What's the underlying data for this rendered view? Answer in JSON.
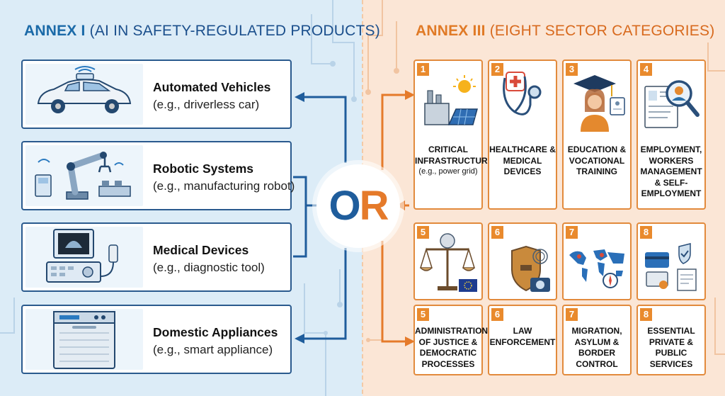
{
  "annex_left": {
    "name": "ANNEX I",
    "desc": "(AI IN SAFETY-REGULATED PRODUCTS)"
  },
  "annex_right": {
    "name": "ANNEX III",
    "desc": "(EIGHT SECTOR CATEGORIES)"
  },
  "connector": {
    "o": "O",
    "r": "R"
  },
  "left_items": [
    {
      "title": "Automated Vehicles",
      "example": "(e.g., driverless car)",
      "icon": "car-icon"
    },
    {
      "title": "Robotic Systems",
      "example": "(e.g., manufacturing robot)",
      "icon": "robot-arm-icon"
    },
    {
      "title": "Medical Devices",
      "example": "(e.g., diagnostic tool)",
      "icon": "ultrasound-icon"
    },
    {
      "title": "Domestic Appliances",
      "example": "(e.g., smart appliance)",
      "icon": "dishwasher-icon"
    }
  ],
  "sectors": [
    {
      "num": "1",
      "label": "CRITICAL INFRASTRUCTURE",
      "sub": "(e.g., power grid)",
      "icon": "power-plant-icon"
    },
    {
      "num": "2",
      "label": "HEALTHCARE & MEDICAL DEVICES",
      "icon": "stethoscope-icon"
    },
    {
      "num": "3",
      "label": "EDUCATION & VOCATIONAL TRAINING",
      "icon": "graduate-icon"
    },
    {
      "num": "4",
      "label": "EMPLOYMENT, WORKERS MANAGEMENT & SELF-EMPLOYMENT",
      "icon": "resume-magnifier-icon"
    },
    {
      "num": "5",
      "icon": "scales-of-justice-icon"
    },
    {
      "num": "6",
      "icon": "police-badge-icon"
    },
    {
      "num": "7",
      "icon": "world-map-icon"
    },
    {
      "num": "8",
      "icon": "cards-documents-icon"
    },
    {
      "num": "5",
      "label": "ADMINISTRATION OF JUSTICE & DEMOCRATIC PROCESSES"
    },
    {
      "num": "6",
      "label": "LAW ENFORCEMENT"
    },
    {
      "num": "7",
      "label": "MIGRATION, ASYLUM & BORDER CONTROL"
    },
    {
      "num": "8",
      "label": "ESSENTIAL PRIVATE & PUBLIC SERVICES"
    }
  ],
  "colors": {
    "left_accent": "#1f5d9c",
    "right_accent": "#e57a2a",
    "left_bg": "#dcecf7",
    "right_bg": "#fbe6d6"
  }
}
